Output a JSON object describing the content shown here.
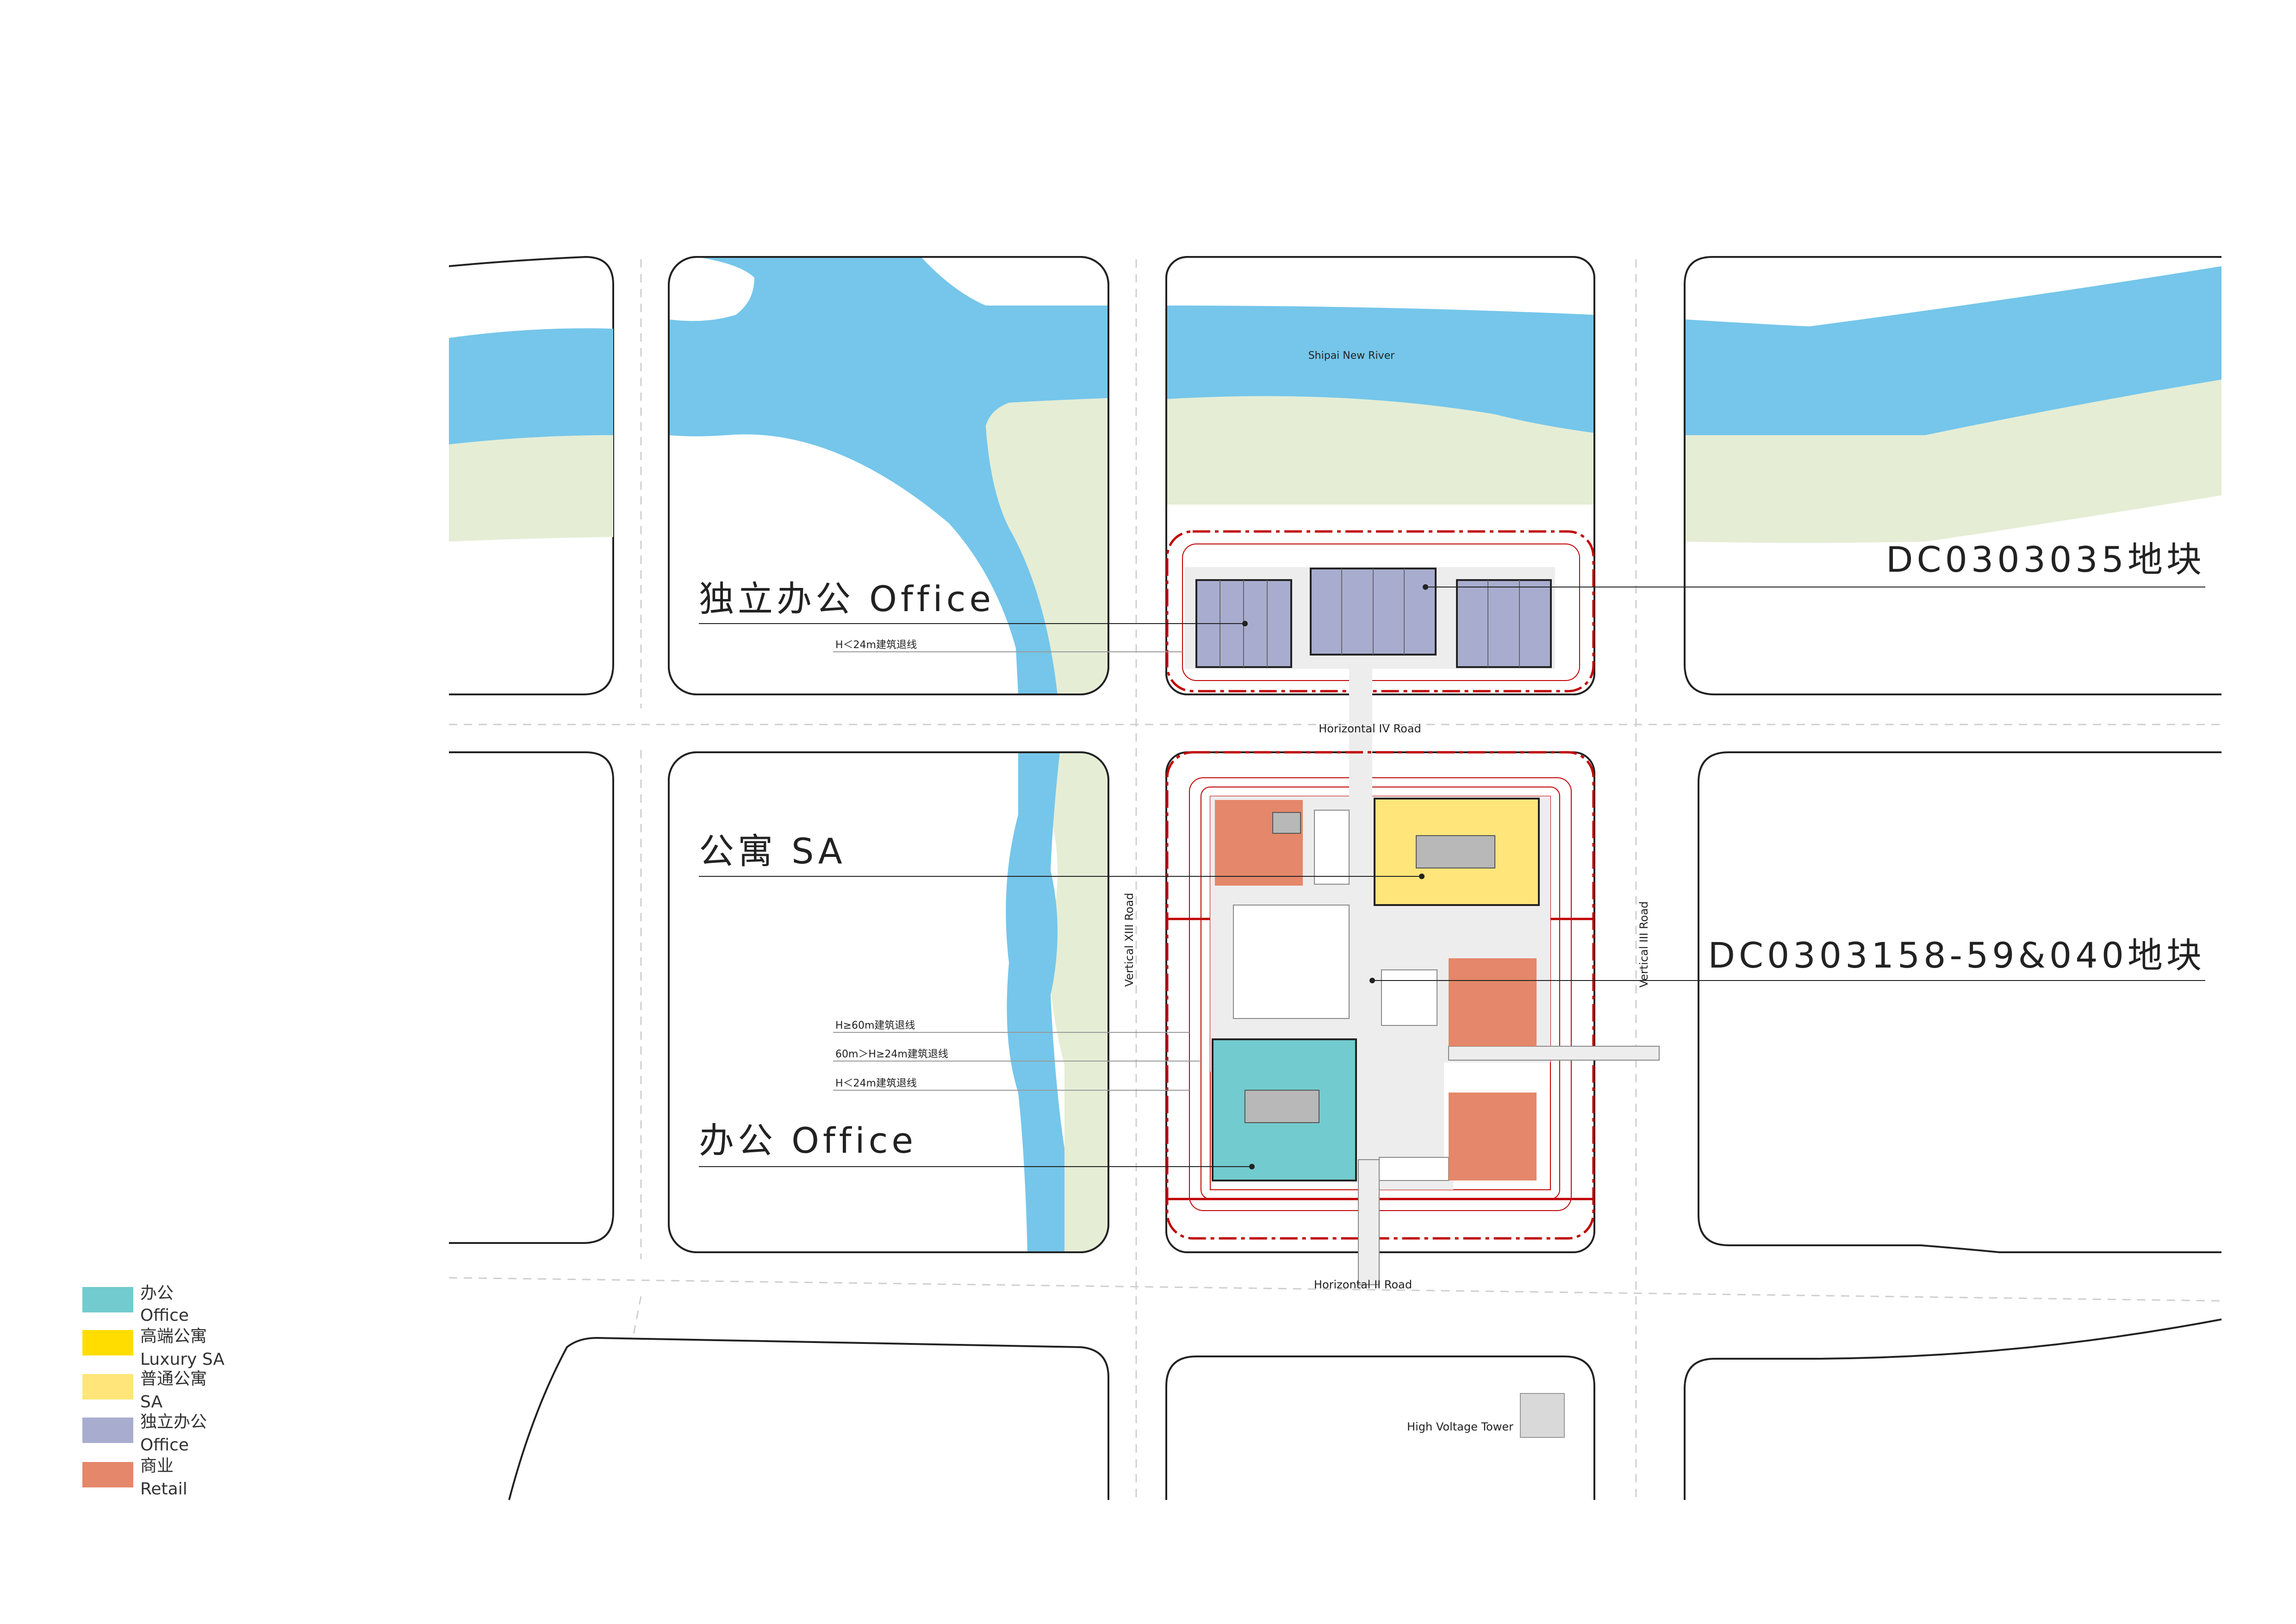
{
  "colors": {
    "office": "#72CBCE",
    "luxury_sa": "#FFDD00",
    "normal_sa": "#FFE57A",
    "independent_office": "#A8ADCF",
    "retail": "#E4876A",
    "water": "#75C6EA",
    "green": "#E5EDD5",
    "podium": "#EDEDED",
    "setback": "#C00000",
    "core": "#B8B8B8"
  },
  "labels": {
    "river": "Shipai New River",
    "plot_north": "DC0303035地块",
    "plot_south": "DC0303158-59&040地块",
    "independent_office": "独立办公 Office",
    "apartment": "公寓 SA",
    "office": "办公 Office",
    "setback_north": "H＜24m建筑退线",
    "setback_h60": "H≥60m建筑退线",
    "setback_h24_60": "60m＞H≥24m建筑退线",
    "setback_h24": "H＜24m建筑退线",
    "road_h4": "Horizontal IV Road",
    "road_h2": "Horizontal II Road",
    "road_v13": "Vertical XIII Road",
    "road_v3": "Vertical III Road",
    "tower": "High Voltage Tower"
  },
  "legend": [
    {
      "zh": "办公",
      "en": "Office",
      "color_key": "office"
    },
    {
      "zh": "高端公寓",
      "en": "Luxury SA",
      "color_key": "luxury_sa"
    },
    {
      "zh": "普通公寓",
      "en": "SA",
      "color_key": "normal_sa"
    },
    {
      "zh": "独立办公",
      "en": "Office",
      "color_key": "independent_office"
    },
    {
      "zh": "商业",
      "en": "Retail",
      "color_key": "retail"
    }
  ]
}
